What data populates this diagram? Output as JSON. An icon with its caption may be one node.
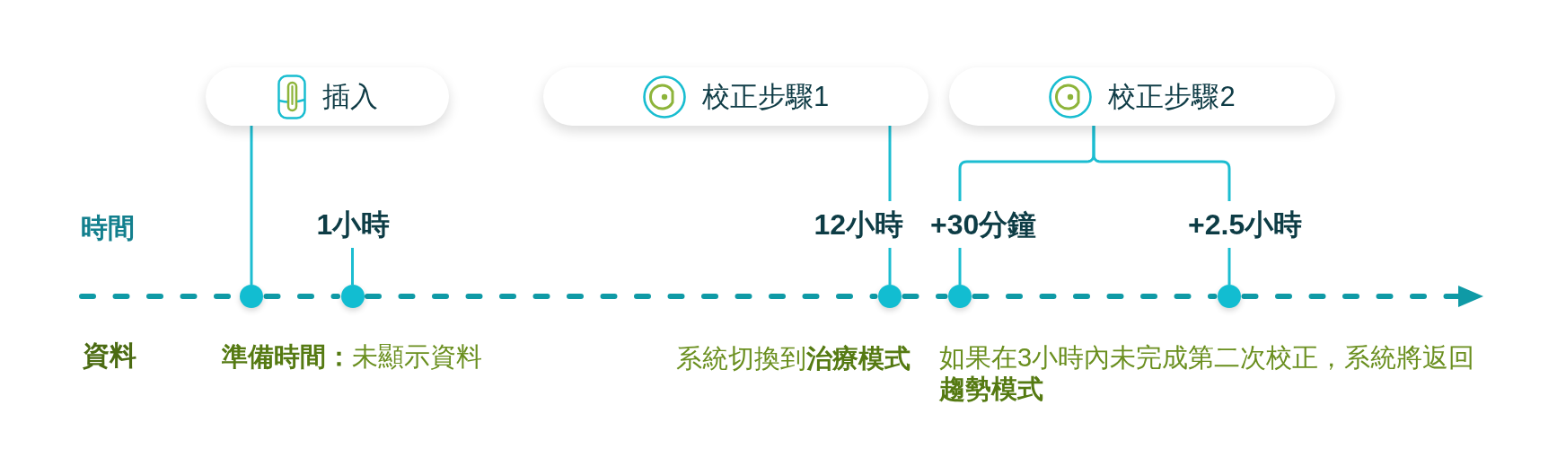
{
  "diagram": {
    "nodes": [
      {
        "text": [
          "插入"
        ]
      },
      {
        "text": [
          "校正步驟1"
        ]
      },
      {
        "text": [
          "校正步驟2"
        ]
      },
      {
        "text": [
          "1小時"
        ]
      },
      {
        "text": [
          "12小時"
        ]
      },
      {
        "text": [
          "+30分鐘"
        ]
      },
      {
        "text": [
          "+2.5小時"
        ]
      },
      {
        "text": [],
        "shape": "circle"
      },
      {
        "text": [],
        "shape": "circle"
      },
      {
        "text": [],
        "shape": "circle"
      },
      {
        "text": [],
        "shape": "circle"
      },
      {
        "text": [],
        "shape": "circle"
      }
    ],
    "edges": [
      {
        "from": 0,
        "to": 7,
        "arrow": "none"
      },
      {
        "from": 1,
        "to": 4,
        "arrow": "none"
      },
      {
        "from": 4,
        "to": 9,
        "arrow": "none"
      },
      {
        "from": 2,
        "to": 5,
        "arrow": "none"
      },
      {
        "from": 2,
        "to": 6,
        "arrow": "none"
      },
      {
        "from": 5,
        "to": 10,
        "arrow": "none"
      },
      {
        "from": 6,
        "to": 11,
        "arrow": "none"
      },
      {
        "from": 3,
        "to": 8,
        "arrow": "none"
      },
      {
        "from": null,
        "to": 7,
        "arrow": "none",
        "style": "dashed",
        "color": "#0f9aa6"
      },
      {
        "from": 7,
        "to": 8,
        "arrow": "none",
        "style": "dashed",
        "color": "#0f9aa6"
      },
      {
        "from": 8,
        "to": 9,
        "arrow": "none",
        "style": "dashed",
        "color": "#0f9aa6"
      },
      {
        "from": 9,
        "to": 10,
        "arrow": "none",
        "style": "dashed",
        "color": "#0f9aa6"
      },
      {
        "from": 10,
        "to": 11,
        "arrow": "none",
        "style": "dashed",
        "color": "#0f9aa6"
      },
      {
        "from": 11,
        "to": null,
        "arrow": "to",
        "style": "dashed",
        "color": "#0f9aa6"
      }
    ],
    "labels": [
      "時間",
      "資料",
      "**準備時間：**未顯示資料",
      "系統切換到**治療模式**",
      "如果在3小時內未完成第二次校正，系統將返回**趨勢模式**"
    ]
  }
}
